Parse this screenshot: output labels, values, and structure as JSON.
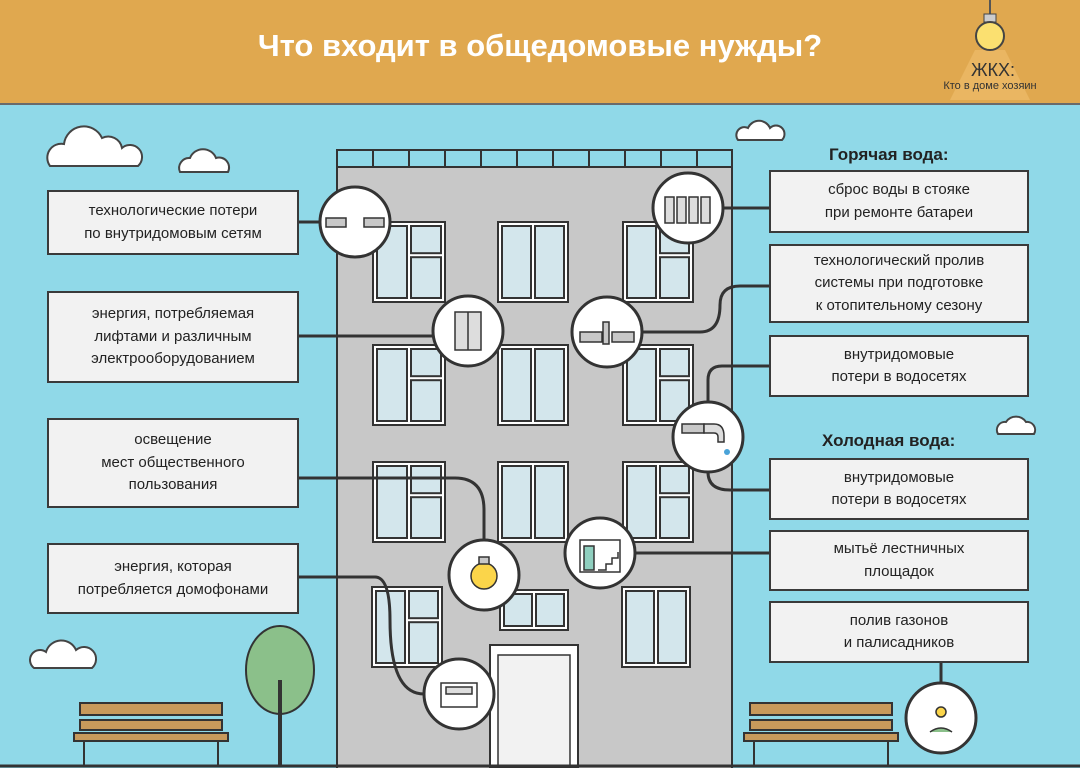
{
  "header": {
    "title": "Что входит в общедомовые нужды?",
    "logo_title": "ЖКХ:",
    "logo_subtitle": "Кто в доме хозяин"
  },
  "left": [
    {
      "text": "технологические потери\nпо внутридомовым сетям",
      "icon": "pipe-joint-icon"
    },
    {
      "text": "энергия, потребляемая\nлифтами и различным\nэлектрооборудованием",
      "icon": "elevator-icon"
    },
    {
      "text": "освещение\nмест общественного\nпользования",
      "icon": "lightbulb-icon"
    },
    {
      "text": "энергия, которая\nпотребляется домофонами",
      "icon": "intercom-icon"
    }
  ],
  "hot_water": {
    "heading": "Горячая вода:",
    "items": [
      {
        "text": "сброс воды в стояке\nпри ремонте батареи",
        "icon": "radiator-icon"
      },
      {
        "text": "технологический пролив\nсистемы при подготовке\nк отопительному сезону",
        "icon": "valve-icon"
      },
      {
        "text": "внутридомовые\nпотери в водосетях",
        "icon": "faucet-icon"
      }
    ]
  },
  "cold_water": {
    "heading": "Холодная вода:",
    "items": [
      {
        "text": "внутридомовые\nпотери в водосетях",
        "icon": "faucet-icon"
      },
      {
        "text": "мытьё лестничных\nплощадок",
        "icon": "stairs-icon"
      },
      {
        "text": "полив газонов\nи палисадников",
        "icon": "flower-icon"
      }
    ]
  },
  "colors": {
    "header": "#e0a84f",
    "sky": "#90d9e8",
    "building": "#c8c8c8",
    "window": "#d3e6ec"
  }
}
